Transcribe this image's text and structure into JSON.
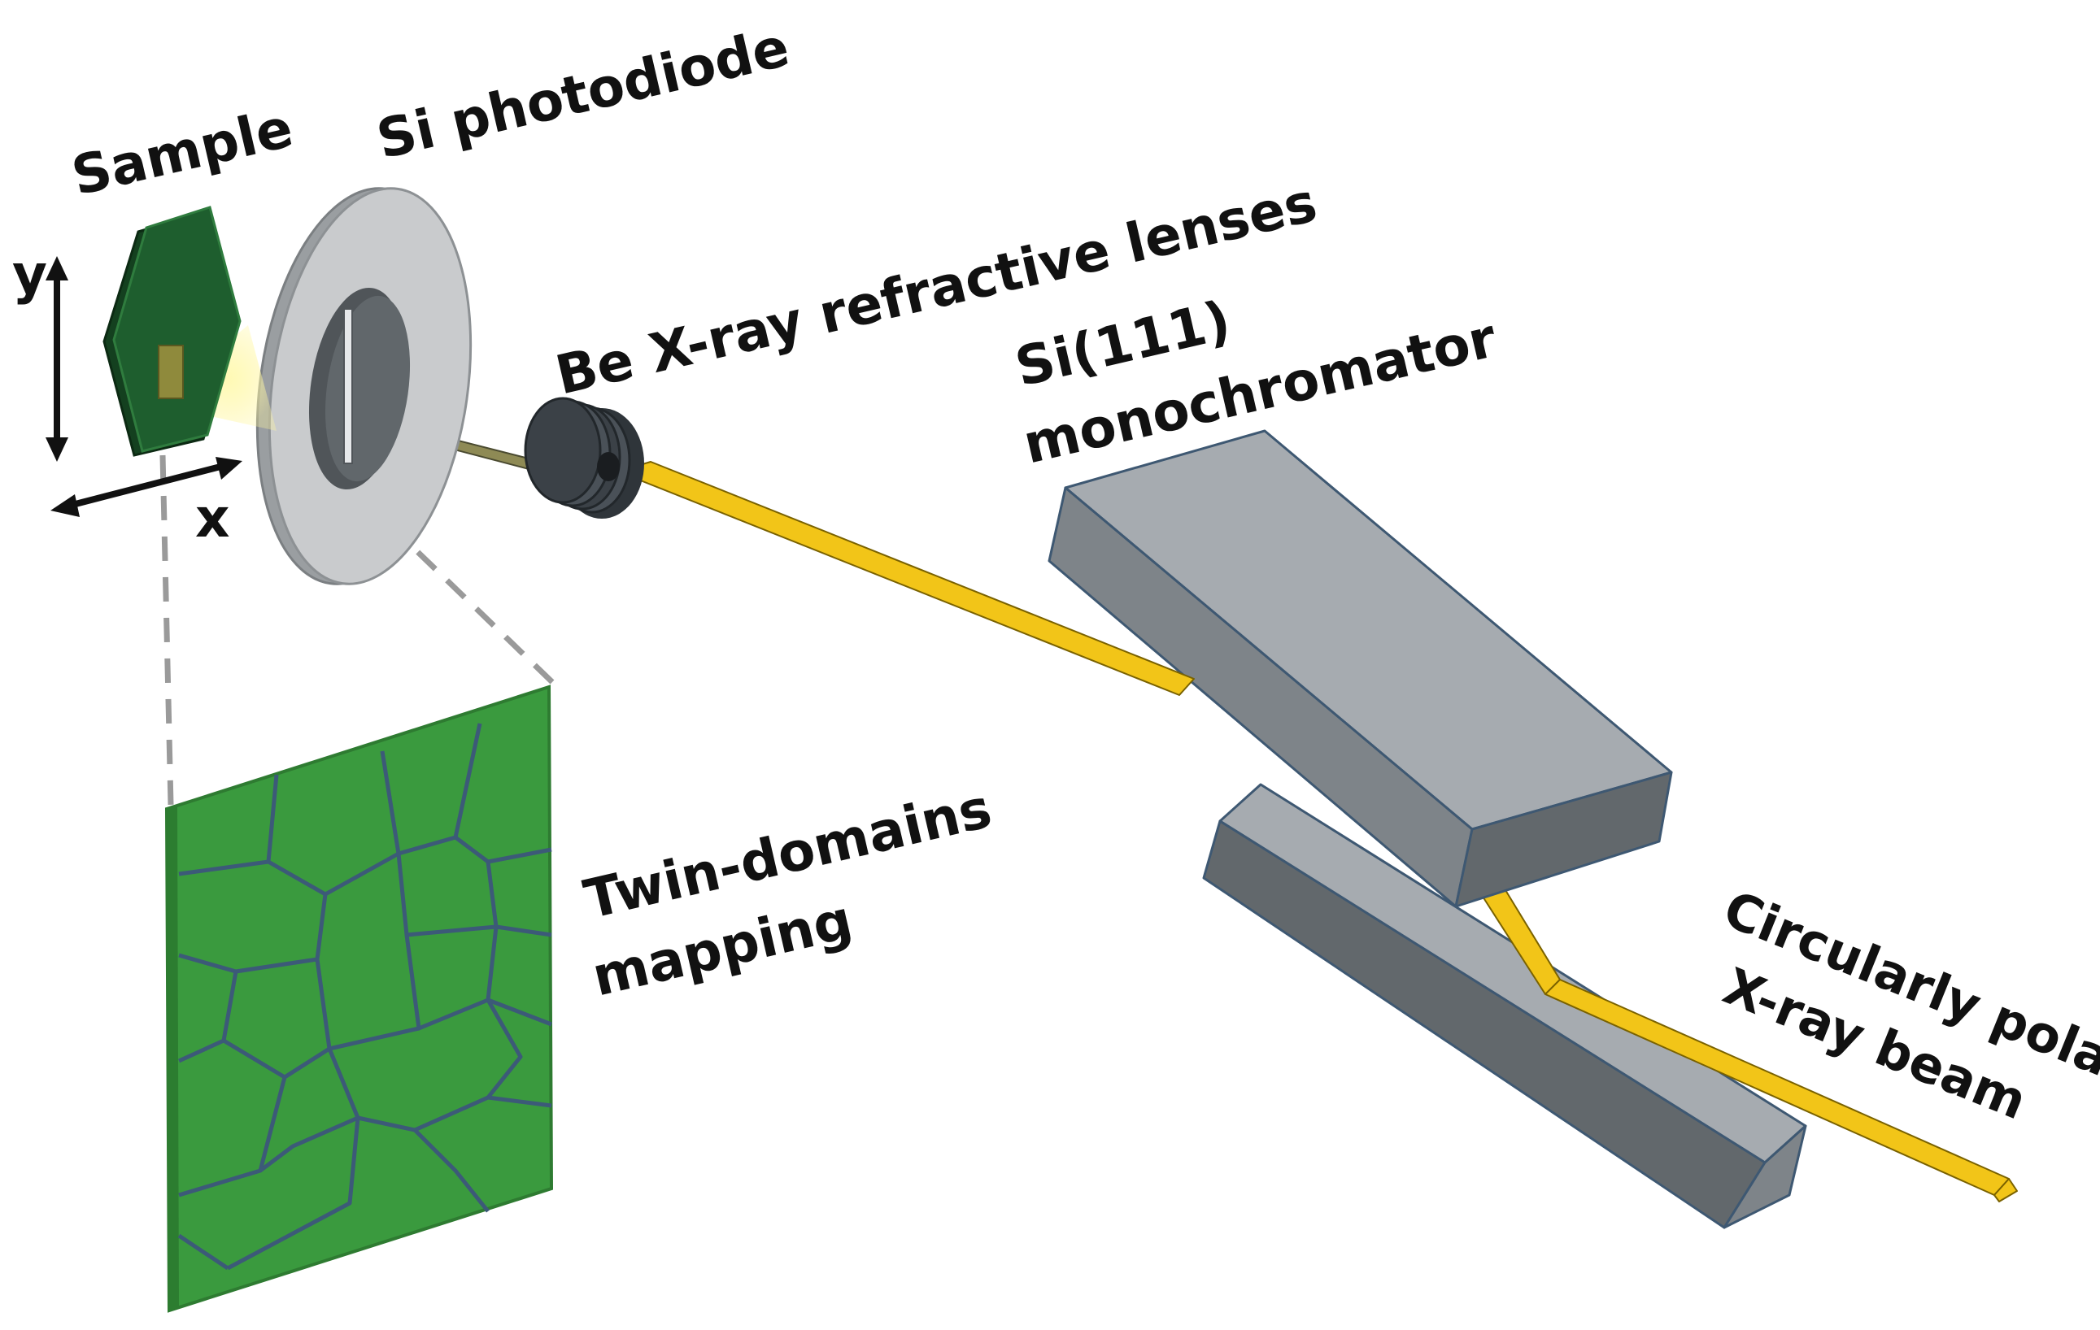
{
  "labels": {
    "sample": "Sample",
    "photodiode": "Si photodiode",
    "lenses": "Be X-ray refractive lenses",
    "mono_line1": "Si(111)",
    "mono_line2": "monochromator",
    "twin_line1": "Twin-domains",
    "twin_line2": "mapping",
    "beam_line1": "Circularly polarized",
    "beam_line2": "X-ray beam",
    "axis_x": "x",
    "axis_y": "y"
  },
  "colors": {
    "beam": "#f2c518",
    "beam_dark": "#b8920a",
    "crystal_top": "#a6abb0",
    "crystal_front": "#7e8489",
    "crystal_side": "#62686c",
    "crystal_edge": "#3e5872",
    "photodiode_face": "#c9cbcd",
    "photodiode_rim": "#9a9ea1",
    "sample_green": "#1e5e2e",
    "domain_green": "#3a9a3e",
    "domain_edge": "#3c5a78",
    "lens_dark": "#3a4046"
  }
}
